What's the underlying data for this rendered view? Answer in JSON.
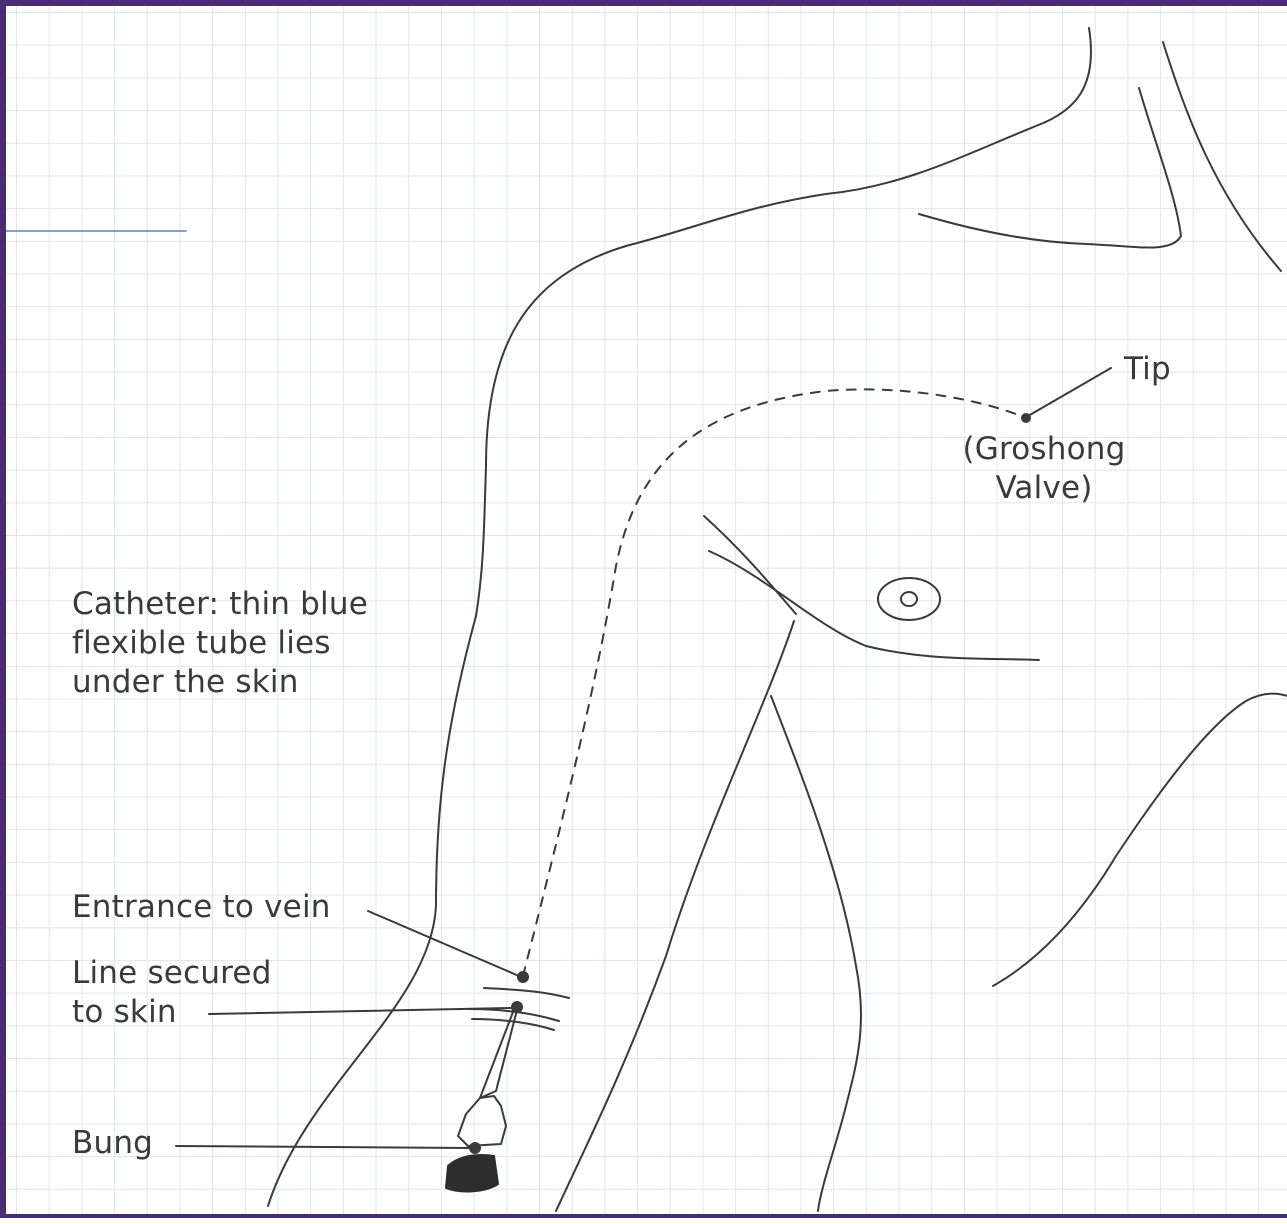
{
  "labels": {
    "tip": "Tip",
    "groshong": "(Groshong\nValve)",
    "catheter": "Catheter: thin blue\nflexible tube lies\nunder the skin",
    "entrance": "Entrance to vein",
    "secured": "Line secured\nto skin",
    "bung": "Bung"
  },
  "colors": {
    "border": "#4a2c73",
    "grid": "#dde4f3",
    "outline": "#3a3a3a",
    "accent_line": "#5b7fd6"
  }
}
